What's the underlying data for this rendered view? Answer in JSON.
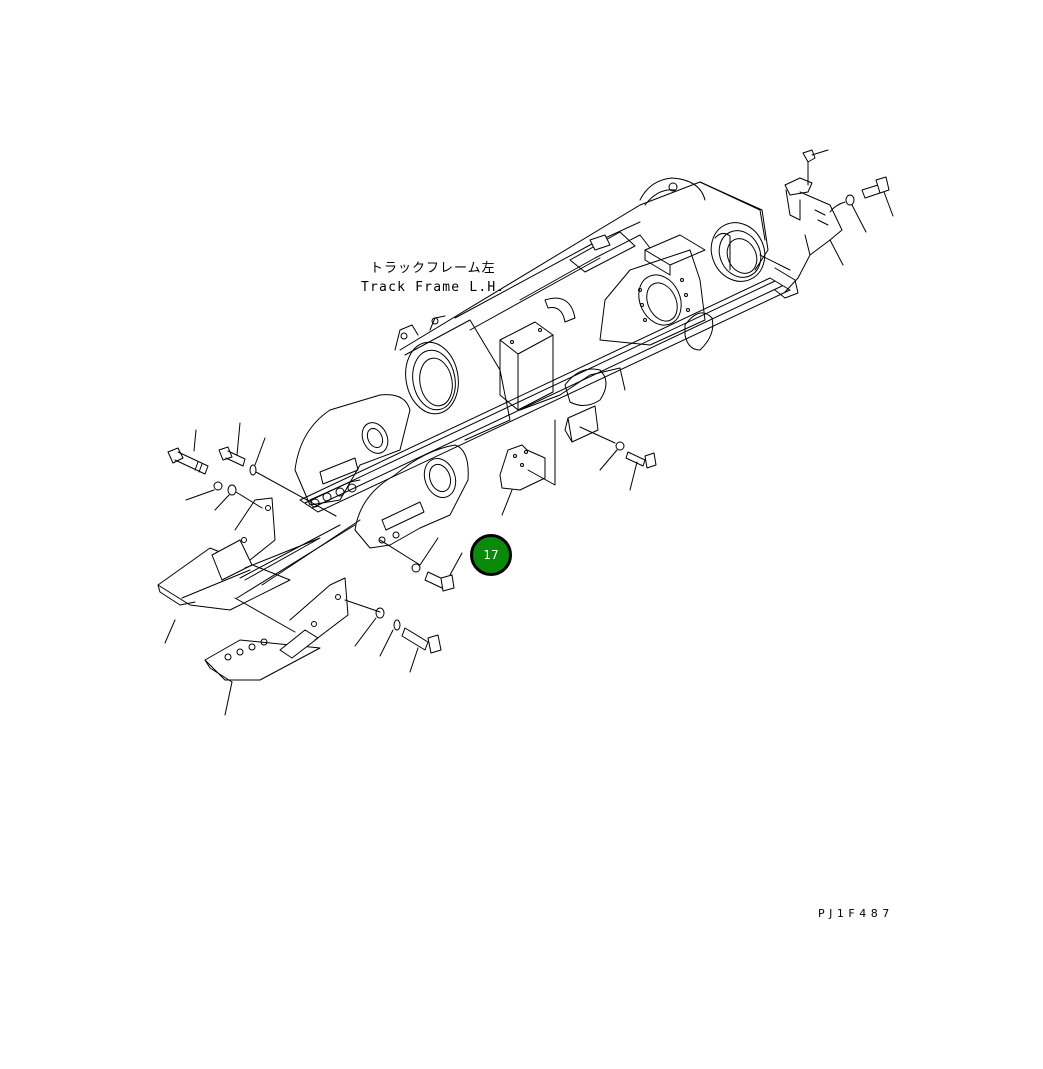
{
  "diagram": {
    "title_jp": "トラックフレーム左",
    "title_en": "Track Frame L.H.",
    "drawing_id": "PJ1F487",
    "callouts": [
      {
        "number": "17",
        "color": "#0a8a0a",
        "border_color": "#000000",
        "text_color": "#ffffff"
      }
    ],
    "colors": {
      "background": "#ffffff",
      "line": "#000000"
    }
  }
}
